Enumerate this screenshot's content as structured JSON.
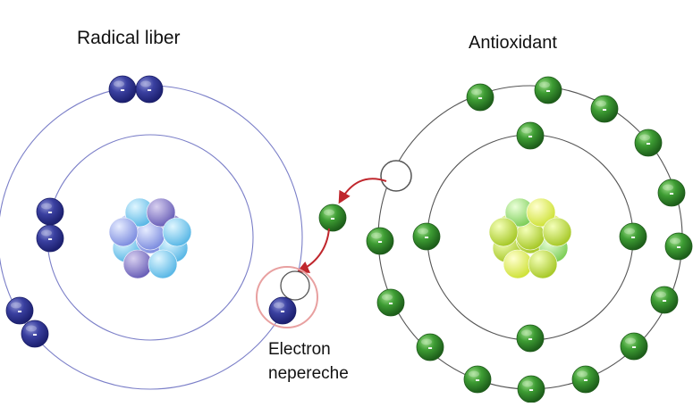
{
  "left_atom": {
    "title": "Radical liber",
    "electron_sign": "-",
    "electron_color": "#2f3590",
    "nucleus_color": "#7f8fe0"
  },
  "right_atom": {
    "title": "Antioxidant",
    "electron_sign": "-",
    "electron_color": "#2f8f2a",
    "nucleus_color": "#a8d43a"
  },
  "caption": {
    "line1": "Electron",
    "line2": "nepereche"
  },
  "arrow_color": "#c0272d"
}
